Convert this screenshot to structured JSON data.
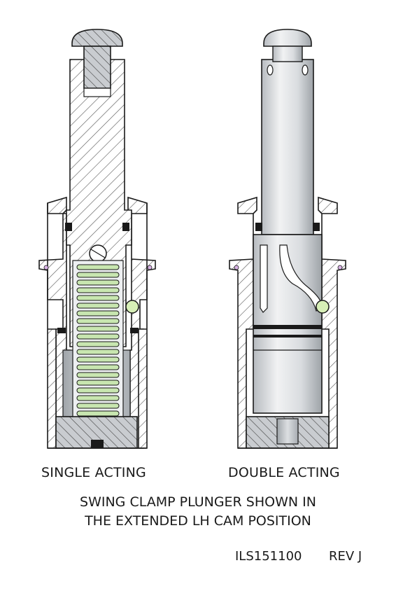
{
  "labels": {
    "single": "SINGLE ACTING",
    "double": "DOUBLE ACTING"
  },
  "caption": {
    "line1": "SWING CLAMP PLUNGER SHOWN IN",
    "line2": "THE EXTENDED LH CAM POSITION"
  },
  "drawing_number": "ILS151100",
  "revision": "REV J",
  "colors": {
    "outline": "#1a1a1a",
    "hatch": "#555555",
    "section_fill": "#ffffff",
    "metal_light": "#e4e6e8",
    "metal_dark": "#9ea3a8",
    "spring": "#c8e6b0",
    "ball": "#d7efb7",
    "seal": "#1a1a1a",
    "oring": "#d9b3e6"
  }
}
